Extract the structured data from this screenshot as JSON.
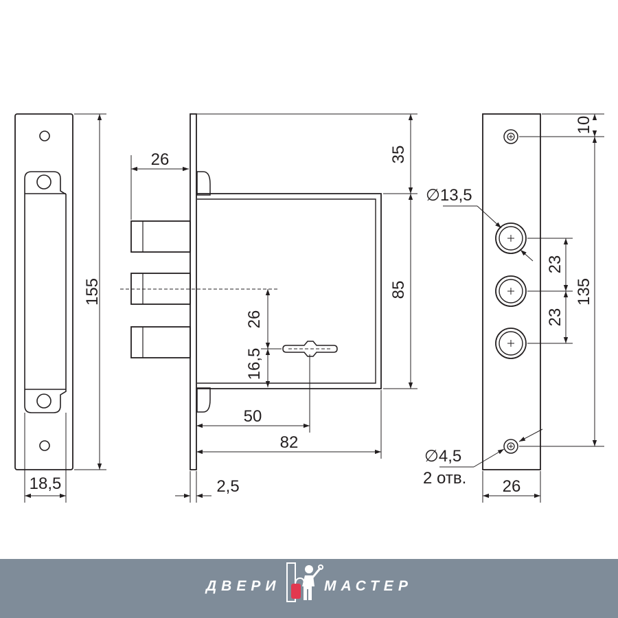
{
  "dimensions": {
    "strike_height": "155",
    "strike_width": "18,5",
    "bolt_projection": "26",
    "bolt_to_keyhole": "26",
    "keyhole_to_bottom": "16,5",
    "backset": "50",
    "case_depth": "82",
    "faceplate_thickness": "2,5",
    "top_offset": "35",
    "case_height": "85",
    "front_top_offset": "10",
    "bolt_hole_diameter": "∅13,5",
    "bolt_spacing_1": "23",
    "bolt_spacing_2": "23",
    "mount_hole_spacing": "135",
    "mount_hole_diameter": "∅4,5",
    "mount_hole_count": "2 отв.",
    "front_width": "26"
  },
  "brand": {
    "left": "ДВЕРИ",
    "right": "МАСТЕР"
  },
  "colors": {
    "line": "#231f20",
    "footer": "#7f8c99",
    "logo_accent": "#e2384f"
  },
  "icons": [
    "locksmith-figure-icon"
  ]
}
